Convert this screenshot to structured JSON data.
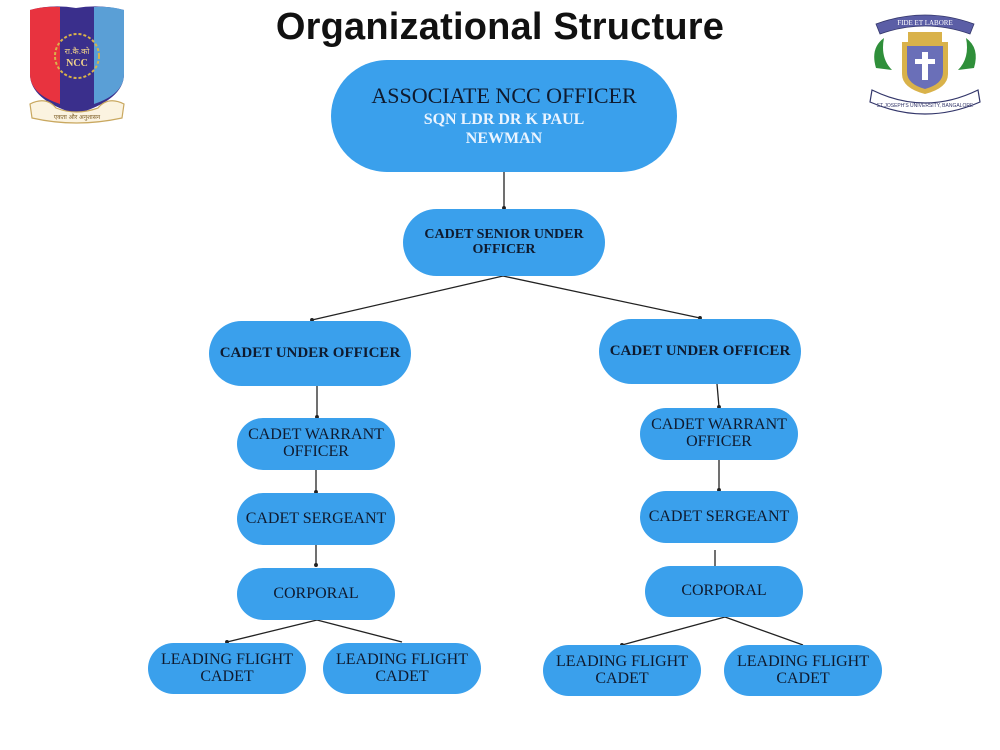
{
  "title": "Organizational Structure",
  "colors": {
    "node_fill": "#3aa0ec",
    "node_text": "#0f1a2e",
    "root_sub_text": "#eaf4ff",
    "edge": "#222222"
  },
  "logos": {
    "left": {
      "name": "ncc-emblem",
      "texts": [
        "रा.कै.को",
        "NCC",
        "एकता और अनुशासन"
      ]
    },
    "right": {
      "name": "st-josephs-university-crest",
      "texts": [
        "FIDE ET LABORE",
        "ST JOSEPH'S UNIVERSITY, BANGALORE"
      ]
    }
  },
  "nodes": {
    "root": {
      "label": "ASSOCIATE NCC OFFICER",
      "sub": "SQN LDR DR K PAUL NEWMAN"
    },
    "csuo": {
      "label": "CADET SENIOR UNDER OFFICER"
    },
    "left": {
      "cuo": {
        "label": "CADET UNDER OFFICER"
      },
      "cwo": {
        "label": "CADET WARRANT OFFICER"
      },
      "sgt": {
        "label": "CADET SERGEANT"
      },
      "cpl": {
        "label": "CORPORAL"
      },
      "lfc1": {
        "label": "LEADING FLIGHT CADET"
      },
      "lfc2": {
        "label": "LEADING FLIGHT CADET"
      }
    },
    "right": {
      "cuo": {
        "label": "CADET UNDER OFFICER"
      },
      "cwo": {
        "label": "CADET WARRANT OFFICER"
      },
      "sgt": {
        "label": "CADET SERGEANT"
      },
      "cpl": {
        "label": "CORPORAL"
      },
      "lfc1": {
        "label": "LEADING FLIGHT CADET"
      },
      "lfc2": {
        "label": "LEADING FLIGHT CADET"
      }
    }
  }
}
